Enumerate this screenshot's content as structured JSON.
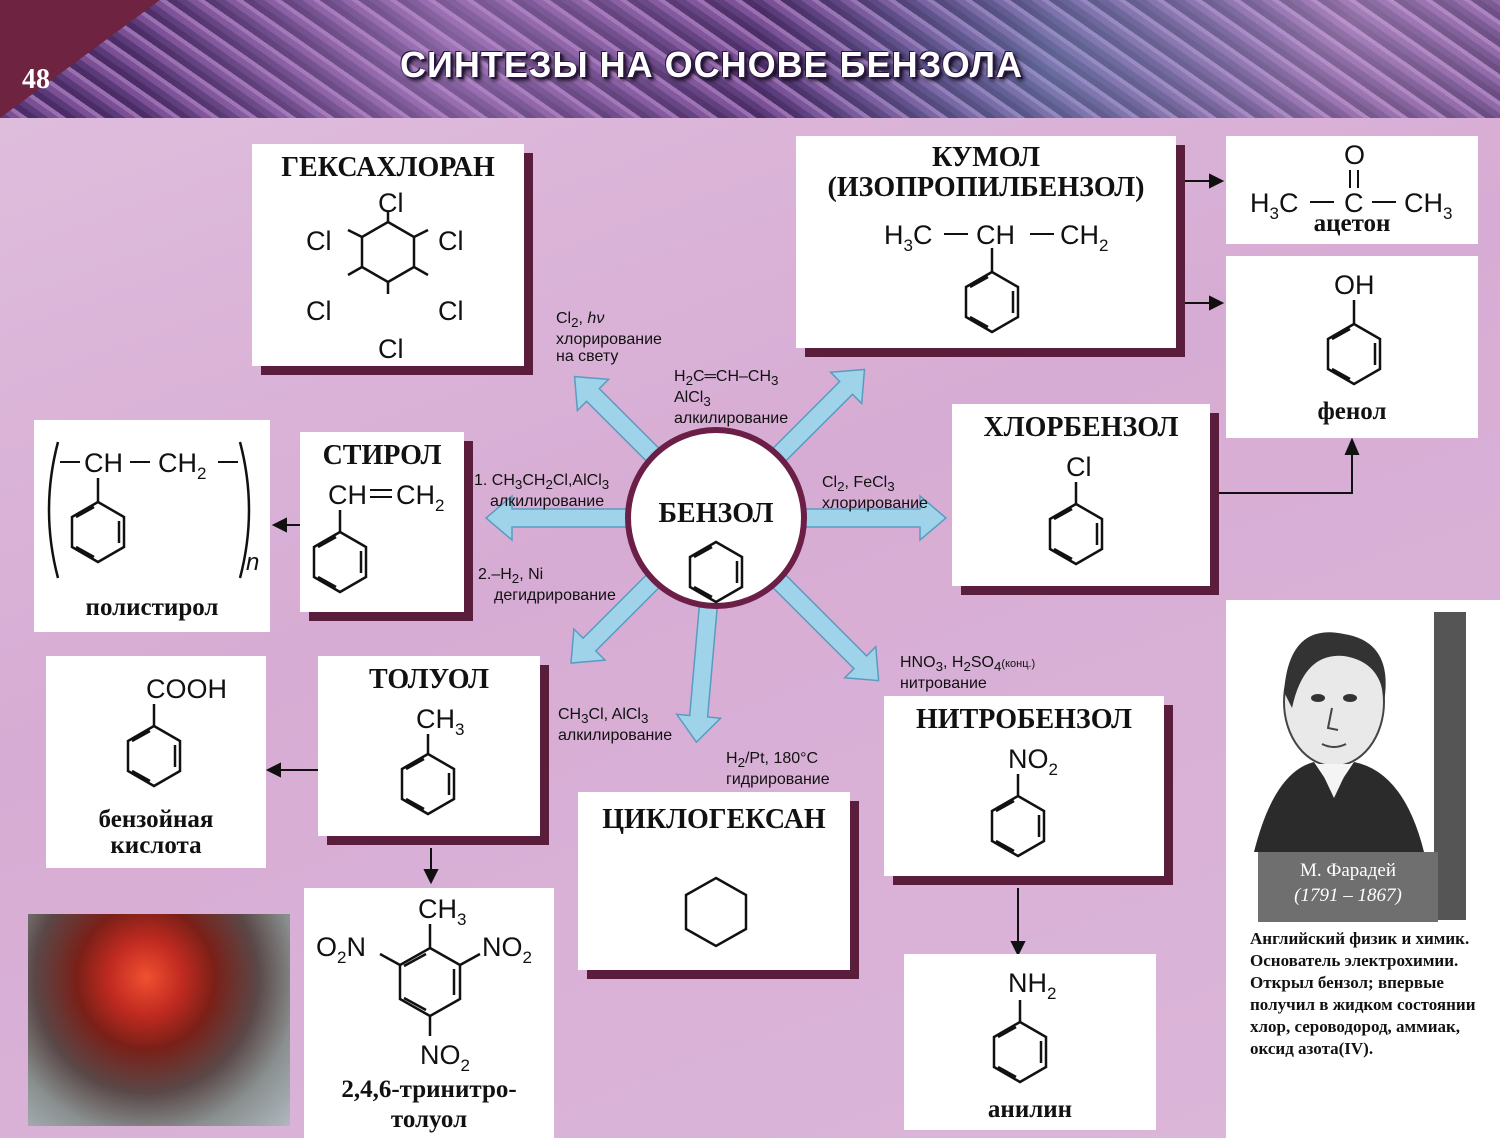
{
  "header": {
    "page_number": "48",
    "title": "СИНТЕЗЫ НА ОСНОВЕ БЕНЗОЛА"
  },
  "center": {
    "name": "БЕНЗОЛ"
  },
  "boxes": {
    "hexachlorane": {
      "title": "ГЕКСАХЛОРАН",
      "atoms": [
        "Cl",
        "Cl",
        "Cl",
        "Cl",
        "Cl",
        "Cl"
      ]
    },
    "cumene": {
      "title_line1": "КУМОЛ",
      "title_line2": "(ИЗОПРОПИЛБЕНЗОЛ)",
      "formula": [
        "H",
        "3",
        "C",
        "CH",
        "CH",
        "2"
      ]
    },
    "acetone": {
      "name": "ацетон",
      "formula": [
        "O",
        "H",
        "3",
        "C",
        "C",
        "CH",
        "3"
      ]
    },
    "phenol": {
      "name": "фенол",
      "group": "OH"
    },
    "chlorobenzene": {
      "title": "ХЛОРБЕНЗОЛ",
      "group": "Cl"
    },
    "styrene": {
      "title": "СТИРОЛ",
      "formula": [
        "CH",
        "CH",
        "2"
      ]
    },
    "polystyrene": {
      "name": "полистирол",
      "formula": [
        "CH",
        "CH",
        "2"
      ],
      "index": "n"
    },
    "toluene": {
      "title": "ТОЛУОЛ",
      "group": [
        "CH",
        "3"
      ]
    },
    "benzoic_acid": {
      "name_line1": "бензойная",
      "name_line2": "кислота",
      "group": "COOH"
    },
    "tnt": {
      "name_line1": "2,4,6-тринитро-",
      "name_line2": "толуол",
      "groups": [
        "CH",
        "3",
        "O",
        "2",
        "N",
        "NO",
        "2",
        "NO",
        "2"
      ]
    },
    "cyclohexane": {
      "title": "ЦИКЛОГЕКСАН"
    },
    "nitrobenzene": {
      "title": "НИТРОБЕНЗОЛ",
      "group": [
        "NO",
        "2"
      ]
    },
    "aniline": {
      "name": "анилин",
      "group": [
        "NH",
        "2"
      ]
    }
  },
  "conditions": {
    "chlorination_light": {
      "reagent": [
        "Cl",
        "2",
        ", ",
        "hν"
      ],
      "label_line1": "хлорирование",
      "label_line2": "на свету"
    },
    "alkylation_propene": {
      "reagent": [
        "H",
        "2",
        "C",
        "═",
        "CH",
        "–",
        "CH",
        "3"
      ],
      "catalyst": [
        "AlCl",
        "3"
      ],
      "label": "алкилирование"
    },
    "chlorination_fecl3": {
      "reagent": [
        "Cl",
        "2",
        ", FeCl",
        "3"
      ],
      "label": "хлорирование"
    },
    "styrene_step1": {
      "reagent": [
        "1. CH",
        "3",
        "CH",
        "2",
        "Cl,AlCl",
        "3"
      ],
      "label": "алкилирование"
    },
    "styrene_step2": {
      "reagent": [
        "2.–H",
        "2",
        ", Ni"
      ],
      "label": "дегидрирование"
    },
    "methylation": {
      "reagent": [
        "CH",
        "3",
        "Cl, AlCl",
        "3"
      ],
      "label": "алкилирование"
    },
    "hydrogenation": {
      "reagent": [
        "H",
        "2",
        "/Pt, 180°C"
      ],
      "label": "гидрирование"
    },
    "nitration": {
      "reagent": [
        "HNO",
        "3",
        ", H",
        "2",
        "SO",
        "4",
        "(конц.)"
      ],
      "label": "нитрование"
    }
  },
  "bio": {
    "caption_name": "М. Фарадей",
    "caption_years": "(1791 – 1867)",
    "text": "Английский физик и химик. Основатель электрохимии. Открыл бензол; впервые получил в жидком состоянии хлор, сероводород, аммиак, оксид азота(IV)."
  },
  "colors": {
    "arrow": "#9fd3ea",
    "frame": "#5a1e3c",
    "ring": "#6b1f47"
  }
}
